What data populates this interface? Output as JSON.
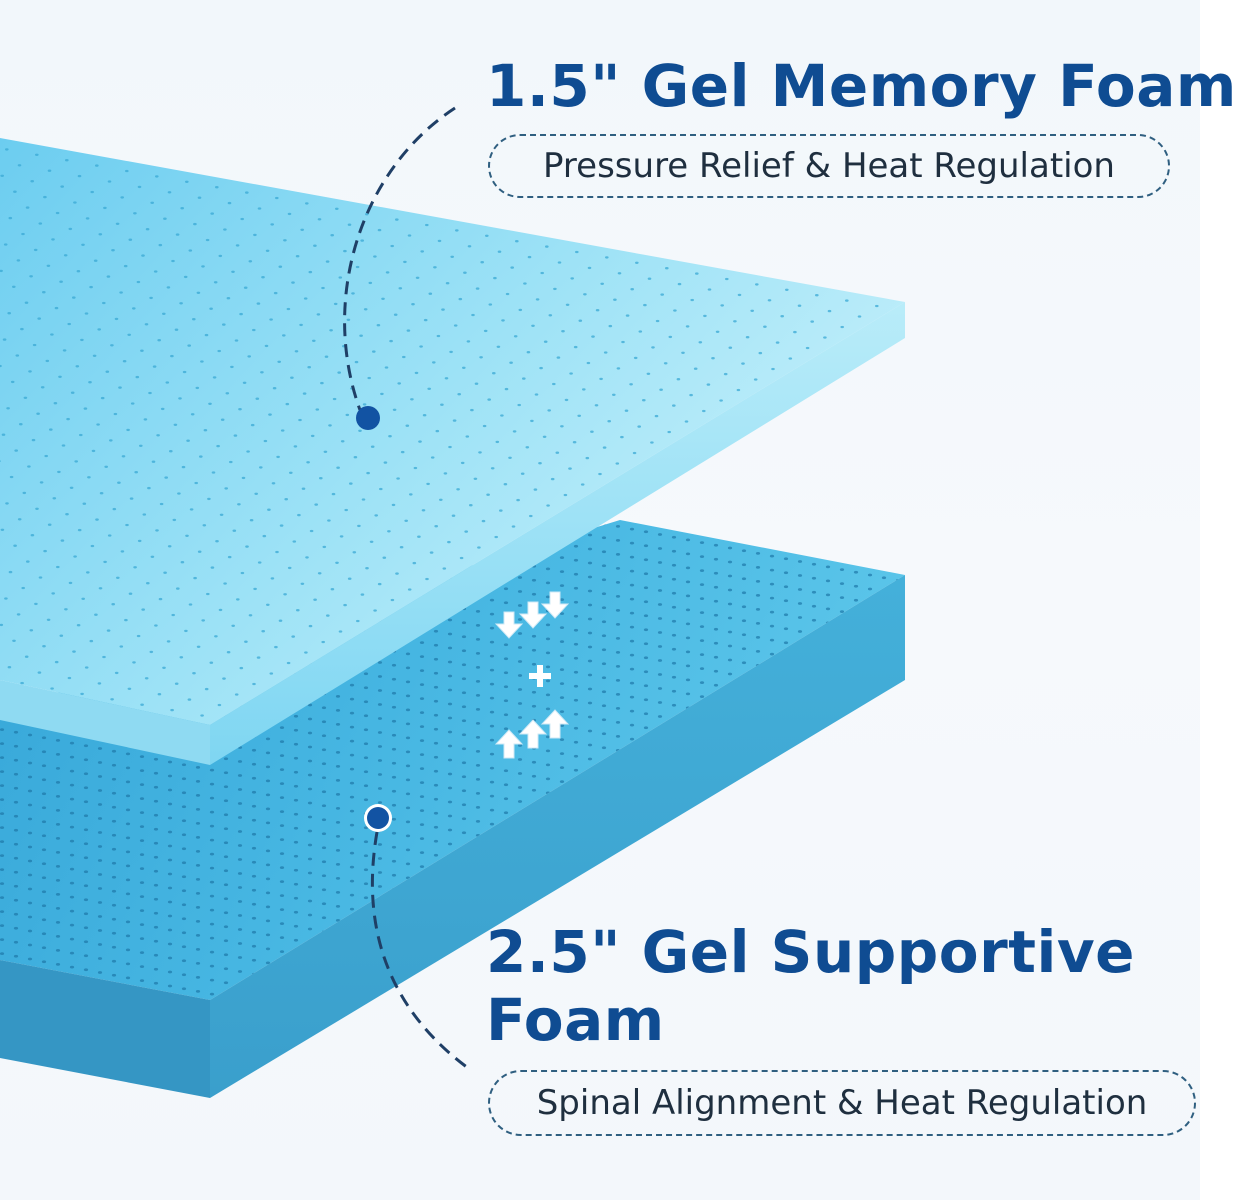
{
  "top_layer": {
    "title": "1.5\" Gel Memory Foam",
    "subtitle": "Pressure Relief & Heat Regulation"
  },
  "bottom_layer": {
    "title": "2.5\" Gel Supportive Foam",
    "subtitle": "Spinal Alignment & Heat Regulation"
  },
  "colors": {
    "heading": "#0f4c92",
    "callout_line": "#1f3f66",
    "dot": "#1253a3",
    "top_foam": "#7fd6f2",
    "bottom_foam": "#3fb2de",
    "pill_border": "#2f5f80"
  },
  "icons": [
    "down-arrows-icon",
    "plus-icon",
    "up-arrows-icon",
    "callout-dot-icon"
  ]
}
